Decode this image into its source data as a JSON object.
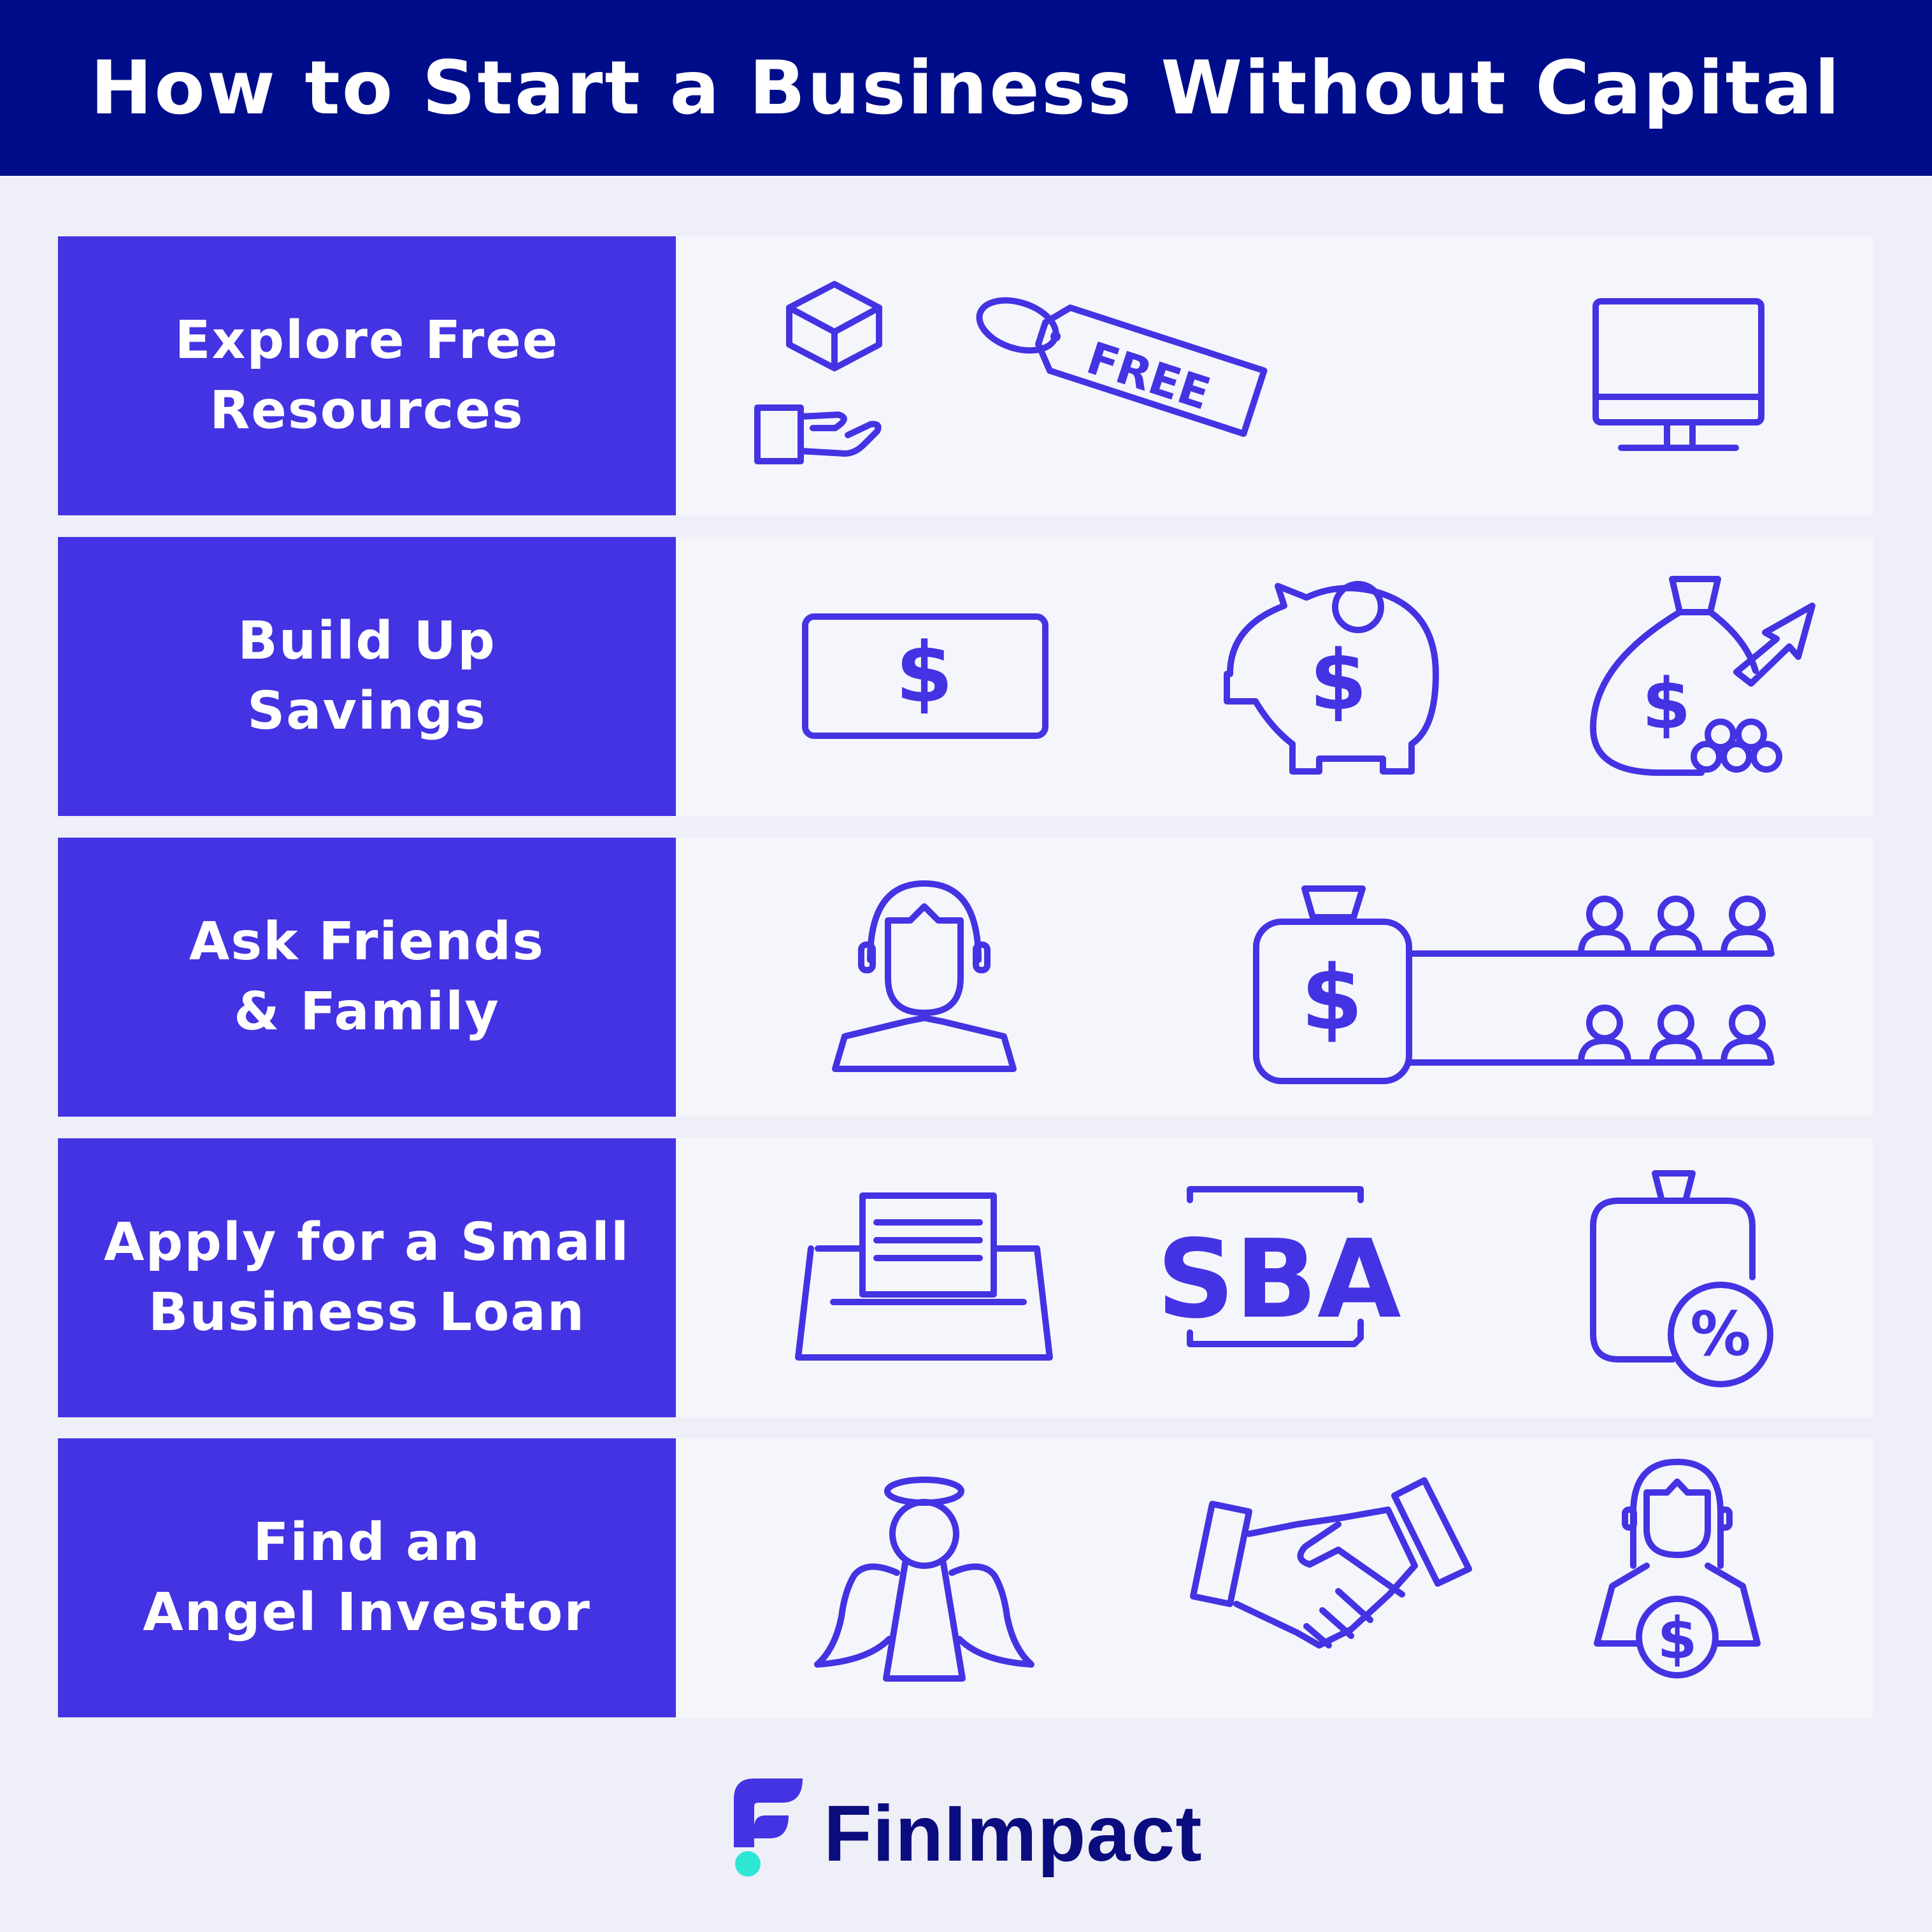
{
  "title": "How to Start a Business Without Capital",
  "rows": [
    {
      "label": "Explore Free\nResources",
      "icons": [
        "hand-box-icon",
        "free-tag-icon",
        "monitor-icon"
      ],
      "tag_text": "FREE"
    },
    {
      "label": "Build Up\nSavings",
      "icons": [
        "dollar-bill-icon",
        "piggy-bank-icon",
        "money-bag-growth-icon"
      ]
    },
    {
      "label": "Ask Friends\n& Family",
      "icons": [
        "person-icon",
        "money-bag-network-icon"
      ]
    },
    {
      "label": "Apply for a Small\nBusiness Loan",
      "icons": [
        "loan-document-icon",
        "sba-logo-icon",
        "money-bag-percent-icon"
      ],
      "sba_text": "SBA"
    },
    {
      "label": "Find an\nAngel Investor",
      "icons": [
        "angel-icon",
        "handshake-icon",
        "investor-icon"
      ]
    }
  ],
  "brand": {
    "name": "FinImpact"
  },
  "colors": {
    "header": "#000d8a",
    "accent": "#4433e2",
    "background": "#efeff8",
    "panel": "#f5f5fc",
    "brand_text": "#0b0c7d",
    "brand_dot": "#2ee6d6"
  }
}
